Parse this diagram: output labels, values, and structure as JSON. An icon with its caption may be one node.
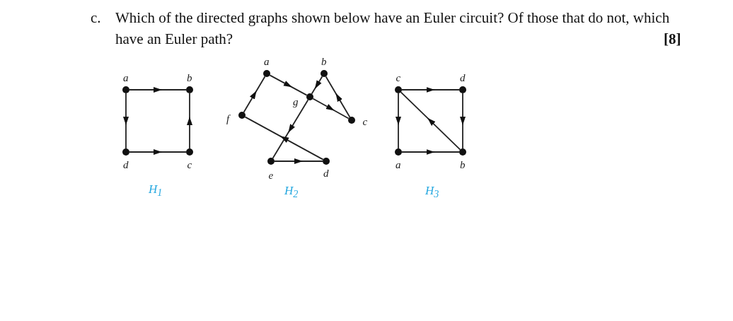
{
  "diagram": {
    "title": "Which of the directed graphs shown below have an Euler circuit? Of those that do not, which have an Euler path?",
    "nodes": [
      {
        "text": [],
        "shape": "circle",
        "beside": [
          "a"
        ]
      },
      {
        "text": [],
        "shape": "circle",
        "beside": [
          "b"
        ]
      },
      {
        "text": [],
        "shape": "circle",
        "beside": [
          "d"
        ]
      },
      {
        "text": [],
        "shape": "circle",
        "beside": [
          "c"
        ]
      },
      {
        "text": [],
        "shape": "circle",
        "beside": [
          "a"
        ]
      },
      {
        "text": [],
        "shape": "circle",
        "beside": [
          "b"
        ]
      },
      {
        "text": [],
        "shape": "circle",
        "beside": [
          "g"
        ]
      },
      {
        "text": [],
        "shape": "circle",
        "beside": [
          "f"
        ]
      },
      {
        "text": [],
        "shape": "circle",
        "beside": [
          "c"
        ]
      },
      {
        "text": [],
        "shape": "circle",
        "beside": [
          "e"
        ]
      },
      {
        "text": [],
        "shape": "circle",
        "beside": [
          "d"
        ]
      },
      {
        "text": [],
        "shape": "circle",
        "beside": [
          "c"
        ]
      },
      {
        "text": [],
        "shape": "circle",
        "beside": [
          "d"
        ]
      },
      {
        "text": [],
        "shape": "circle",
        "beside": [
          "a"
        ]
      },
      {
        "text": [],
        "shape": "circle",
        "beside": [
          "b"
        ]
      }
    ],
    "edges": [
      {
        "from": 0,
        "to": 1,
        "arrow": "to"
      },
      {
        "from": 0,
        "to": 2,
        "arrow": "to"
      },
      {
        "from": 2,
        "to": 3,
        "arrow": "to"
      },
      {
        "from": 3,
        "to": 1,
        "arrow": "to"
      },
      {
        "from": 4,
        "to": 6,
        "arrow": "to"
      },
      {
        "from": 6,
        "to": 8,
        "arrow": "to"
      },
      {
        "from": 8,
        "to": 5,
        "arrow": "to"
      },
      {
        "from": 5,
        "to": 6,
        "arrow": "to"
      },
      {
        "from": 6,
        "to": 9,
        "arrow": "to"
      },
      {
        "from": 9,
        "to": 10,
        "arrow": "to"
      },
      {
        "from": 10,
        "to": 7,
        "arrow": "to"
      },
      {
        "from": 7,
        "to": 4,
        "arrow": "to"
      },
      {
        "from": 11,
        "to": 12,
        "arrow": "to"
      },
      {
        "from": 11,
        "to": 13,
        "arrow": "to"
      },
      {
        "from": 12,
        "to": 14,
        "arrow": "to"
      },
      {
        "from": 13,
        "to": 14,
        "arrow": "to"
      },
      {
        "from": 14,
        "to": 11,
        "arrow": "to"
      }
    ],
    "labels": [
      "c.",
      "[8]",
      "H$_{1}$",
      "H$_{2}$",
      "H$_{3}$"
    ]
  }
}
